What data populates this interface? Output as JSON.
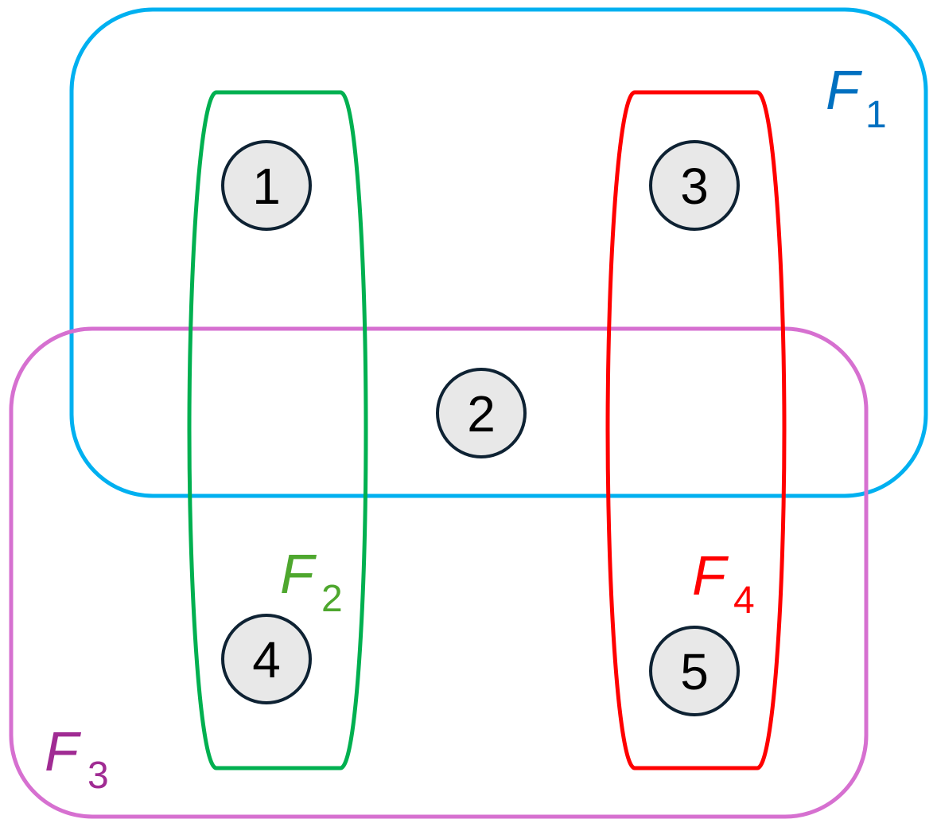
{
  "diagram": {
    "sets": [
      {
        "id": "F1",
        "letter": "F",
        "subscript": "1",
        "stroke": "#00B0F0",
        "label_color": "#0070C0"
      },
      {
        "id": "F2",
        "letter": "F",
        "subscript": "2",
        "stroke": "#00B050",
        "label_color": "#4EA72E"
      },
      {
        "id": "F3",
        "letter": "F",
        "subscript": "3",
        "stroke": "#D670D0",
        "label_color": "#A02B93"
      },
      {
        "id": "F4",
        "letter": "F",
        "subscript": "4",
        "stroke": "#FF0000",
        "label_color": "#FF0000"
      }
    ],
    "nodes": [
      {
        "label": "1"
      },
      {
        "label": "2"
      },
      {
        "label": "3"
      },
      {
        "label": "4"
      },
      {
        "label": "5"
      }
    ],
    "node_fill": "#E8E8E8",
    "node_stroke": "#0E2233"
  }
}
